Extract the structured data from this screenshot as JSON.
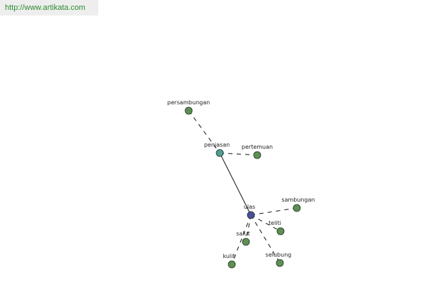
{
  "watermark": {
    "url": "http://www.artikata.com"
  },
  "colors": {
    "leaf": "#5d9153",
    "secondary": "#4f9e97",
    "center": "#4a4fa0"
  },
  "graph": {
    "nodes": [
      {
        "id": "persambungan",
        "label": "persambungan",
        "kind": "leaf"
      },
      {
        "id": "penjasan",
        "label": "penjasan",
        "kind": "secondary"
      },
      {
        "id": "pertemuan",
        "label": "pertemuan",
        "kind": "leaf"
      },
      {
        "id": "ulas",
        "label": "ulas",
        "kind": "center"
      },
      {
        "id": "sambungan",
        "label": "sambungan",
        "kind": "leaf"
      },
      {
        "id": "teliti",
        "label": "teliti",
        "kind": "leaf"
      },
      {
        "id": "salut",
        "label": "salut",
        "kind": "leaf"
      },
      {
        "id": "selubung",
        "label": "selubung",
        "kind": "leaf"
      },
      {
        "id": "kulit",
        "label": "kulit",
        "kind": "leaf"
      }
    ],
    "edges": [
      {
        "from": "persambungan",
        "to": "penjasan",
        "style": "dashed"
      },
      {
        "from": "penjasan",
        "to": "pertemuan",
        "style": "dashed"
      },
      {
        "from": "penjasan",
        "to": "ulas",
        "style": "solid"
      },
      {
        "from": "ulas",
        "to": "sambungan",
        "style": "dashed"
      },
      {
        "from": "ulas",
        "to": "teliti",
        "style": "dashed"
      },
      {
        "from": "ulas",
        "to": "salut",
        "style": "dashed"
      },
      {
        "from": "ulas",
        "to": "selubung",
        "style": "dashed"
      },
      {
        "from": "ulas",
        "to": "kulit",
        "style": "dashed"
      }
    ]
  }
}
